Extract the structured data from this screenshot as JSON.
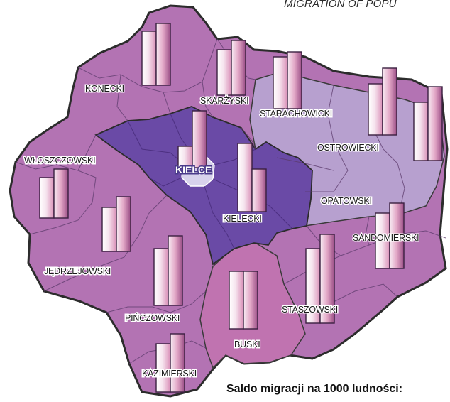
{
  "title": "MIGRATION OF POPU",
  "legend": {
    "title": "Saldo migracji na 1000 ludności:"
  },
  "colors": {
    "outer_region": "#b373b3",
    "central_region": "#6a4aa6",
    "east_region": "#b7a0cf",
    "buski_region": "#c073b0",
    "kielce_city": "#d8d2ec",
    "border": "#2c2c2c",
    "bar_light": "#f6e6ee",
    "bar_dark": "#d68cb4"
  },
  "regions": [
    {
      "id": "konecki",
      "label": "KONECKI"
    },
    {
      "id": "skarzyski",
      "label": "SKARŻYSKI"
    },
    {
      "id": "starachowicki",
      "label": "STARACHOWICKI"
    },
    {
      "id": "ostrowiecki",
      "label": "OSTROWIECKI"
    },
    {
      "id": "wloszczowski",
      "label": "WŁOSZCZOWSKI"
    },
    {
      "id": "kielce",
      "label": "KIELCE"
    },
    {
      "id": "opatowski",
      "label": "OPATOWSKI"
    },
    {
      "id": "kielecki",
      "label": "KIELECKI"
    },
    {
      "id": "sandomierski",
      "label": "SANDOMIERSKI"
    },
    {
      "id": "jedrzejowski",
      "label": "JĘDRZEJOWSKI"
    },
    {
      "id": "staszowski",
      "label": "STASZOWSKI"
    },
    {
      "id": "pinczowski",
      "label": "PIŃCZOWSKI"
    },
    {
      "id": "buski",
      "label": "BUSKI"
    },
    {
      "id": "kazimierski",
      "label": "KAZIMIERSKI"
    }
  ]
}
